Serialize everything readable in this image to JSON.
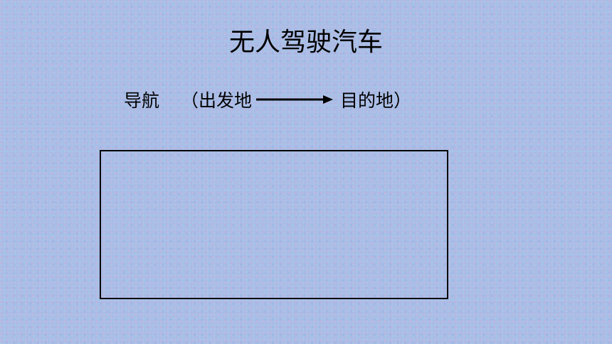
{
  "slide": {
    "title": "无人驾驶汽车",
    "navigation": {
      "label": "导航",
      "open_paren": "（",
      "origin": "出发地",
      "destination": "目的地",
      "close_paren": "）"
    }
  },
  "icons": {
    "route_arrow": "right-arrow-icon"
  },
  "colors": {
    "background": "#a9bde6",
    "text": "#000000",
    "box_border": "#000000"
  }
}
